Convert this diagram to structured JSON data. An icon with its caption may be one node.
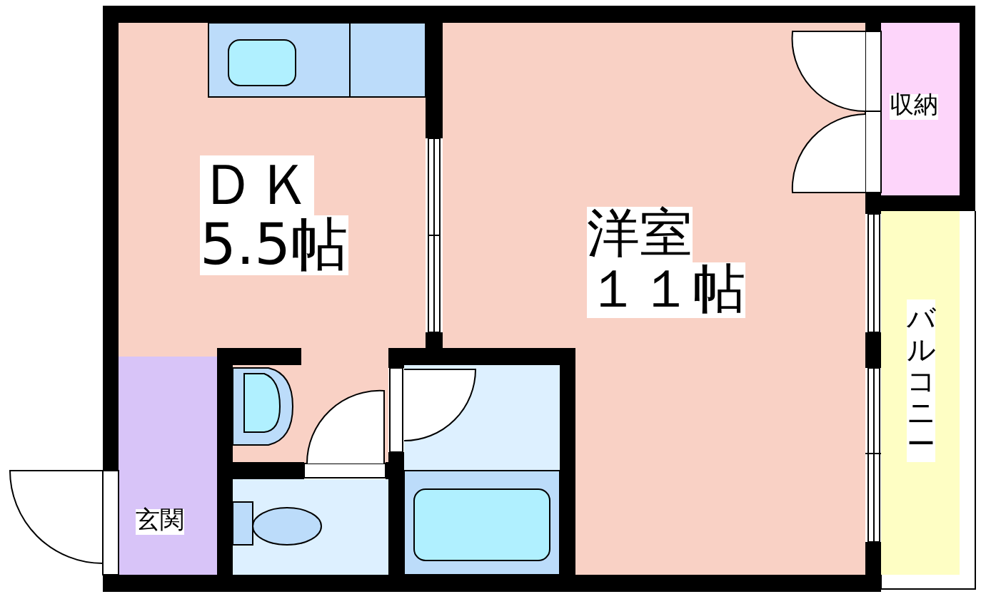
{
  "diagram": {
    "nodes": [
      {
        "text": [
          "ＤＫ",
          "5.5帖"
        ]
      },
      {
        "text": [
          "洋室",
          "１１帖"
        ]
      },
      {
        "text": [
          "収納"
        ]
      },
      {
        "text": [
          "バルコニー"
        ]
      },
      {
        "text": [
          "玄関"
        ]
      }
    ]
  }
}
